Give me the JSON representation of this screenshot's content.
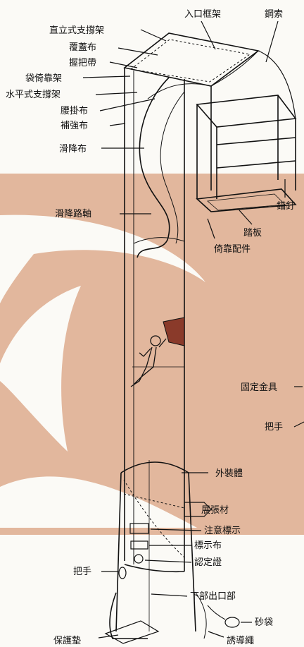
{
  "colors": {
    "background": "#fbfaf6",
    "band": "#e2b79d",
    "ink": "#111111",
    "cloth_shade": "#8a3a2a"
  },
  "labels": {
    "entrance_frame": "入口框架",
    "steel_cable": "鋼索",
    "vertical_support": "直立式支撐架",
    "cover_cloth": "覆蓋布",
    "grip_belt": "握把帶",
    "bag_rest": "袋倚靠架",
    "horizontal_support": "水平式支撐架",
    "waist_cloth": "腰掛布",
    "reinforce_cloth": "補強布",
    "slide_cloth": "滑降布",
    "anchor_nail": "錨釘",
    "slide_axis": "滑降路軸",
    "step_board": "踏板",
    "rest_fitting": "倚靠配件",
    "fixing_hardware": "固定金具",
    "handle_right": "把手",
    "outer_body": "外裝體",
    "expansion_material": "展張材",
    "caution_sign": "注意標示",
    "sign_cloth": "標示布",
    "certification": "認定證",
    "handle_left": "把手",
    "bottom_exit": "下部出口部",
    "sandbag": "砂袋",
    "protective_mat": "保護墊",
    "guide_rope": "誘導繩"
  }
}
